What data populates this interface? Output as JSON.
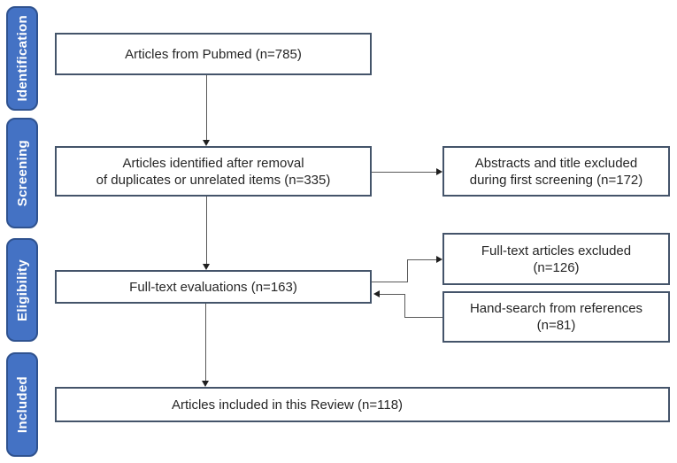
{
  "stages": [
    {
      "label": "Identification"
    },
    {
      "label": "Screening"
    },
    {
      "label": "Eligibility"
    },
    {
      "label": "Included"
    }
  ],
  "boxes": {
    "pubmed": {
      "line1": "Articles from Pubmed (n=785)"
    },
    "identified": {
      "line1": "Articles identified after removal",
      "line2": "of duplicates or unrelated items (n=335)"
    },
    "abstracts_excluded": {
      "line1": "Abstracts and title excluded",
      "line2": "during first screening (n=172)"
    },
    "fulltext_eval": {
      "line1": "Full-text evaluations (n=163)"
    },
    "fulltext_excluded": {
      "line1": "Full-text articles excluded",
      "line2": "(n=126)"
    },
    "handsearch": {
      "line1": "Hand-search from references",
      "line2": "(n=81)"
    },
    "included": {
      "line1": "Articles included in this Review (n=118)"
    }
  },
  "colors": {
    "stage_fill": "#4472C4",
    "stage_border": "#2F528F",
    "stage_text": "#FFFFFF",
    "box_border": "#44546A",
    "line": "#595959",
    "arrow": "#1F1F1F",
    "text": "#262626"
  }
}
